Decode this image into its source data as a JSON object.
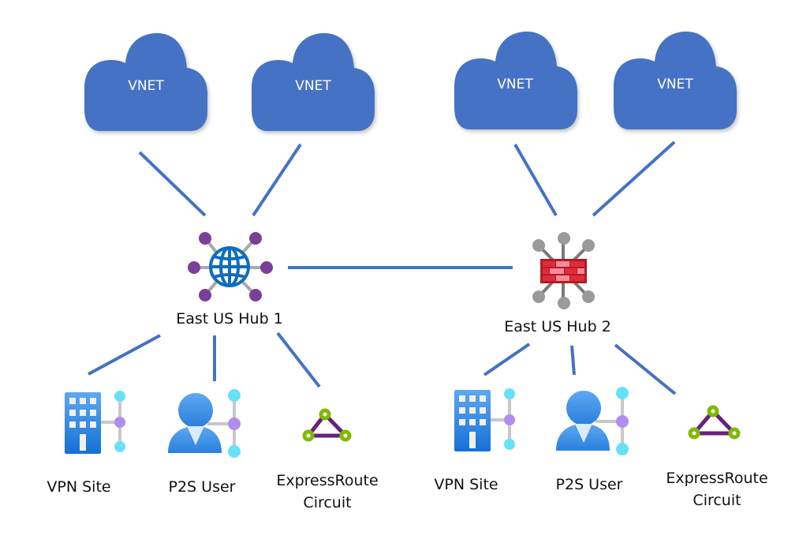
{
  "colors": {
    "link": "#4472c4",
    "cloud": "#4472c4",
    "hub_globe": "#0f6cbd",
    "hub_node_purple": "#7b3f98",
    "hub_node_gray": "#9a9a9a",
    "firewall_red": "#e02b3a",
    "firewall_light": "#f58b97",
    "building_blue": "#2f87de",
    "user_blue": "#4a96e6",
    "connector_cyan": "#67e1f5",
    "connector_purple": "#b28cf0",
    "er_green": "#7fba00",
    "er_purple": "#68217a"
  },
  "clouds": [
    {
      "id": "vnet-1",
      "label": "VNET"
    },
    {
      "id": "vnet-2",
      "label": "VNET"
    },
    {
      "id": "vnet-3",
      "label": "VNET"
    },
    {
      "id": "vnet-4",
      "label": "VNET"
    }
  ],
  "hubs": [
    {
      "id": "hub-1",
      "label": "East US Hub 1",
      "icon": "virtual-hub-globe-icon"
    },
    {
      "id": "hub-2",
      "label": "East US Hub 2",
      "icon": "secured-hub-firewall-icon"
    }
  ],
  "endpoints": [
    {
      "hub": "hub-1",
      "type": "vpn-site",
      "label": "VPN Site"
    },
    {
      "hub": "hub-1",
      "type": "p2s-user",
      "label": "P2S User"
    },
    {
      "hub": "hub-1",
      "type": "expressroute",
      "label_line1": "ExpressRoute",
      "label_line2": "Circuit"
    },
    {
      "hub": "hub-2",
      "type": "vpn-site",
      "label": "VPN Site"
    },
    {
      "hub": "hub-2",
      "type": "p2s-user",
      "label": "P2S User"
    },
    {
      "hub": "hub-2",
      "type": "expressroute",
      "label_line1": "ExpressRoute",
      "label_line2": "Circuit"
    }
  ],
  "connections": [
    {
      "from": "vnet-1",
      "to": "hub-1"
    },
    {
      "from": "vnet-2",
      "to": "hub-1"
    },
    {
      "from": "vnet-3",
      "to": "hub-2"
    },
    {
      "from": "vnet-4",
      "to": "hub-2"
    },
    {
      "from": "hub-1",
      "to": "hub-2"
    },
    {
      "from": "hub-1",
      "to": "vpn-site-1"
    },
    {
      "from": "hub-1",
      "to": "p2s-user-1"
    },
    {
      "from": "hub-1",
      "to": "expressroute-1"
    },
    {
      "from": "hub-2",
      "to": "vpn-site-2"
    },
    {
      "from": "hub-2",
      "to": "p2s-user-2"
    },
    {
      "from": "hub-2",
      "to": "expressroute-2"
    }
  ]
}
